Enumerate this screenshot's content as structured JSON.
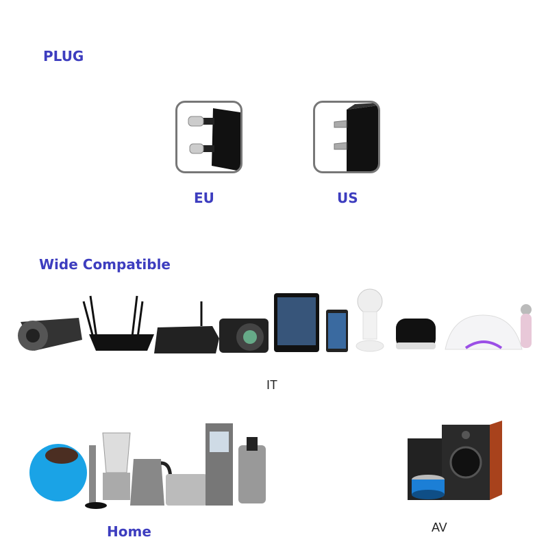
{
  "plug_section": {
    "heading": "PLUG",
    "options": [
      {
        "label": "EU",
        "icon": "eu-plug-icon"
      },
      {
        "label": "US",
        "icon": "us-plug-icon"
      }
    ]
  },
  "compatible_section": {
    "heading": "Wide Compatible",
    "categories": [
      {
        "label": "IT",
        "devices": [
          "security-camera",
          "wifi-router",
          "tv-box",
          "dslr-camera",
          "tablet",
          "smartphone",
          "breast-pump",
          "nail-uv-lamp",
          "beauty-device"
        ]
      },
      {
        "label": "Home",
        "devices": [
          "blue-speaker",
          "hand-blender",
          "blender",
          "kettle",
          "toaster",
          "coffee-maker",
          "juicer"
        ]
      },
      {
        "label": "AV",
        "devices": [
          "bookshelf-speakers",
          "bluetooth-speaker"
        ]
      }
    ]
  },
  "colors": {
    "heading": "#3d3dbf",
    "text_dark": "#222222",
    "frame": "#777777"
  }
}
